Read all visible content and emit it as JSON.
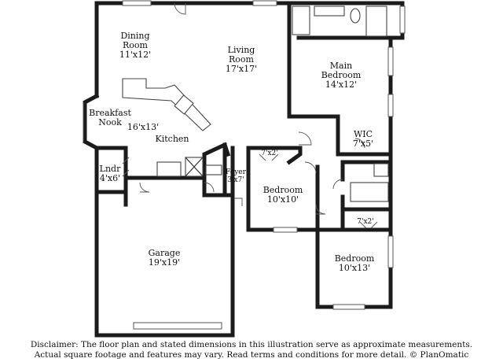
{
  "rooms": {
    "dining": {
      "name": "Dining\nRoom",
      "dim": "11'x12'"
    },
    "living": {
      "name": "Living\nRoom",
      "dim": "17'x17'"
    },
    "main_bedroom": {
      "name": "Main\nBedroom",
      "dim": "14'x12'"
    },
    "breakfast_nook": {
      "name": "Breakfast\nNook",
      "dim": ""
    },
    "kitchen_dim": {
      "name": "",
      "dim": "16'x13'"
    },
    "kitchen": {
      "name": "Kitchen",
      "dim": ""
    },
    "wic": {
      "name": "WIC",
      "dim": "7'x5'"
    },
    "closet_1": {
      "name": "",
      "dim": "7'x2'"
    },
    "laundry": {
      "name": "Lndr",
      "dim": "4'x6'"
    },
    "foyer": {
      "name": "Foyer",
      "dim": "3'x7'"
    },
    "bedroom_2": {
      "name": "Bedroom",
      "dim": "10'x10'"
    },
    "closet_2": {
      "name": "",
      "dim": "7'x2'"
    },
    "garage": {
      "name": "Garage",
      "dim": "19'x19'"
    },
    "bedroom_3": {
      "name": "Bedroom",
      "dim": "10'x13'"
    }
  },
  "disclaimer": {
    "line1": "Disclaimer: The floor plan and stated dimensions in this illustration serve as approximate measurements.",
    "line2": "Actual square footage and features may vary. Read terms and conditions for more detail. © PlanOmatic"
  }
}
